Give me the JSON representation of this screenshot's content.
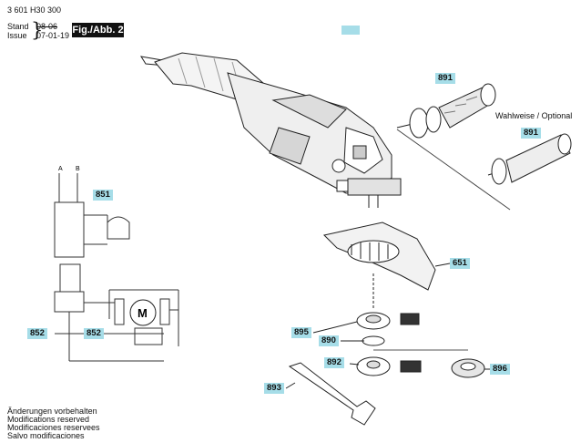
{
  "header": {
    "doc_number": "3 601 H30 300",
    "stand_label": "Stand",
    "issue_label": "Issue",
    "date_old": "08-06",
    "date_new": "07-01-19",
    "figure_label": "Fig./Abb. 2"
  },
  "callouts": {
    "c891_top": "891",
    "c891_optional": "891",
    "c851": "851",
    "c651": "651",
    "c895": "895",
    "c890": "890",
    "c892": "892",
    "c896": "896",
    "c893": "893",
    "c852_left": "852",
    "c852_right": "852"
  },
  "optional_note": "Wahlweise / Optional",
  "circuit": {
    "terminal_a": "A",
    "terminal_b": "B",
    "motor": "M"
  },
  "footer": [
    "Änderungen vorbehalten",
    "Modifications reserved",
    "Modificaciones reservees",
    "Salvo modificaciones"
  ],
  "colors": {
    "callout_fill": "#a6dde8",
    "figure_label_fill": "#111111"
  }
}
